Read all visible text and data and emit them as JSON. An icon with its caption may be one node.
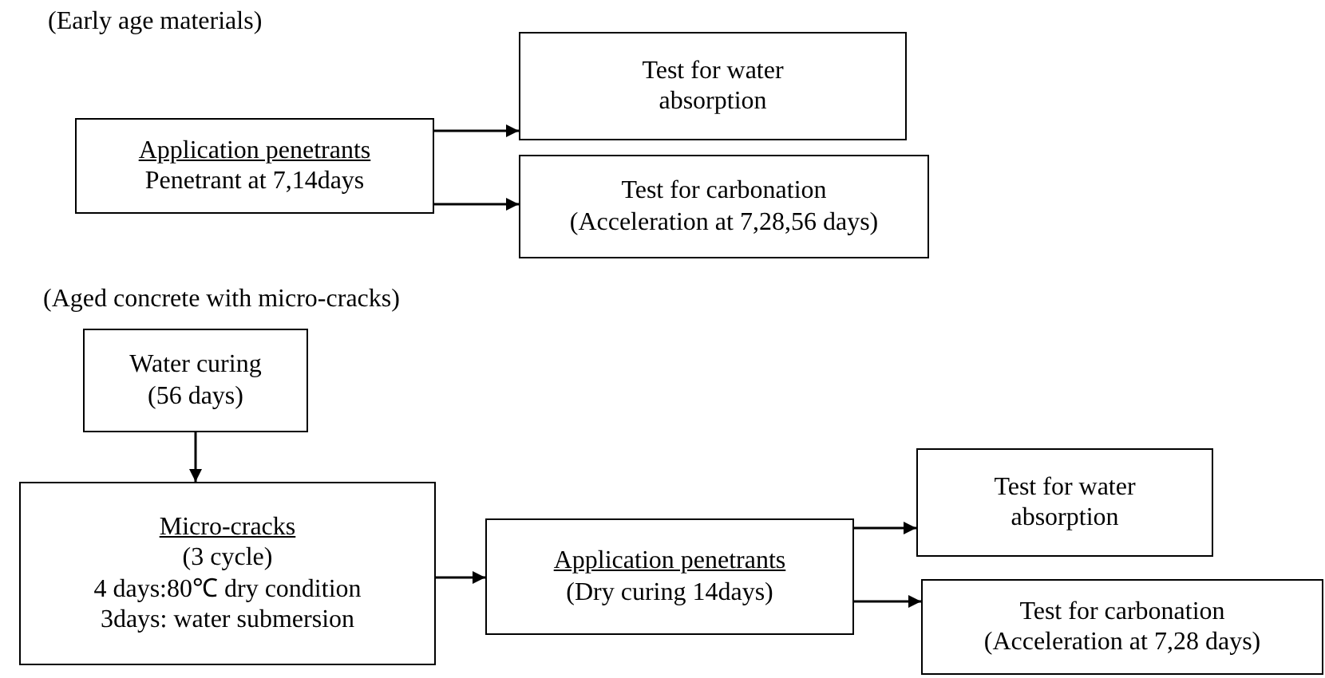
{
  "diagram": {
    "nodes": [
      {
        "text": [
          "Application penetrants",
          "Penetrant at 7,14days"
        ]
      },
      {
        "text": [
          "Test for water absorption"
        ]
      },
      {
        "text": [
          "Test for carbonation",
          "(Acceleration at 7,28,56 days)"
        ]
      },
      {
        "text": [
          "Water curing",
          "(56 days)"
        ]
      },
      {
        "text": [
          "Micro-cracks",
          "(3 cycle)",
          "4 days:80℃ dry condition",
          "3days: water submersion"
        ]
      },
      {
        "text": [
          "Application penetrants",
          "(Dry curing 14days)"
        ]
      },
      {
        "text": [
          "Test for water absorption"
        ]
      },
      {
        "text": [
          "Test for carbonation",
          "(Acceleration at 7,28 days)"
        ]
      }
    ],
    "edges": [
      {
        "from": 0,
        "to": 1,
        "arrow": "to"
      },
      {
        "from": 0,
        "to": 2,
        "arrow": "to"
      },
      {
        "from": 3,
        "to": 4,
        "arrow": "to"
      },
      {
        "from": 4,
        "to": 5,
        "arrow": "to"
      },
      {
        "from": 5,
        "to": 6,
        "arrow": "to"
      },
      {
        "from": 5,
        "to": 7,
        "arrow": "to"
      }
    ],
    "labels": [
      "(Early age materials)",
      "(Aged concrete with micro-cracks)"
    ]
  }
}
